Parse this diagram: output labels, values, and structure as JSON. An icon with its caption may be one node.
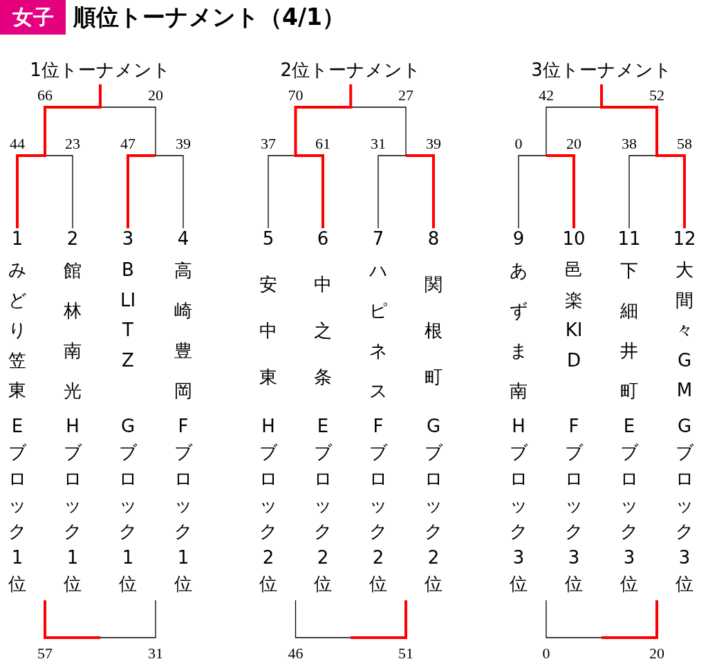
{
  "diagram": {
    "title": "順位トーナメント（4/1）",
    "nodes": [
      {
        "text": [
          "1",
          "みどり笠東",
          "Eブロック1位"
        ]
      },
      {
        "text": [
          "2",
          "館林南光",
          "Hブロック1位"
        ]
      },
      {
        "text": [
          "3",
          "BLITZ",
          "Gブロック1位"
        ]
      },
      {
        "text": [
          "4",
          "高崎豊岡",
          "Fブロック1位"
        ]
      },
      {
        "text": [
          "5",
          "安中東",
          "Hブロック2位"
        ]
      },
      {
        "text": [
          "6",
          "中之条",
          "Eブロック2位"
        ]
      },
      {
        "text": [
          "7",
          "ハピネス",
          "Fブロック2位"
        ]
      },
      {
        "text": [
          "8",
          "関根町",
          "Gブロック2位"
        ]
      },
      {
        "text": [
          "9",
          "あずま南",
          "Hブロック3位"
        ]
      },
      {
        "text": [
          "10",
          "邑楽KID",
          "Fブロック3位"
        ]
      },
      {
        "text": [
          "11",
          "下細井町",
          "Eブロック3位"
        ]
      },
      {
        "text": [
          "12",
          "大間々GM",
          "Gブロック3位"
        ]
      }
    ],
    "labels": [
      "女子",
      "1位トーナメント",
      "2位トーナメント",
      "3位トーナメント",
      "66",
      "20",
      "70",
      "27",
      "42",
      "52",
      "44",
      "23",
      "47",
      "39",
      "37",
      "61",
      "31",
      "39",
      "0",
      "20",
      "38",
      "58",
      "57",
      "31",
      "46",
      "51",
      "0",
      "20"
    ]
  }
}
